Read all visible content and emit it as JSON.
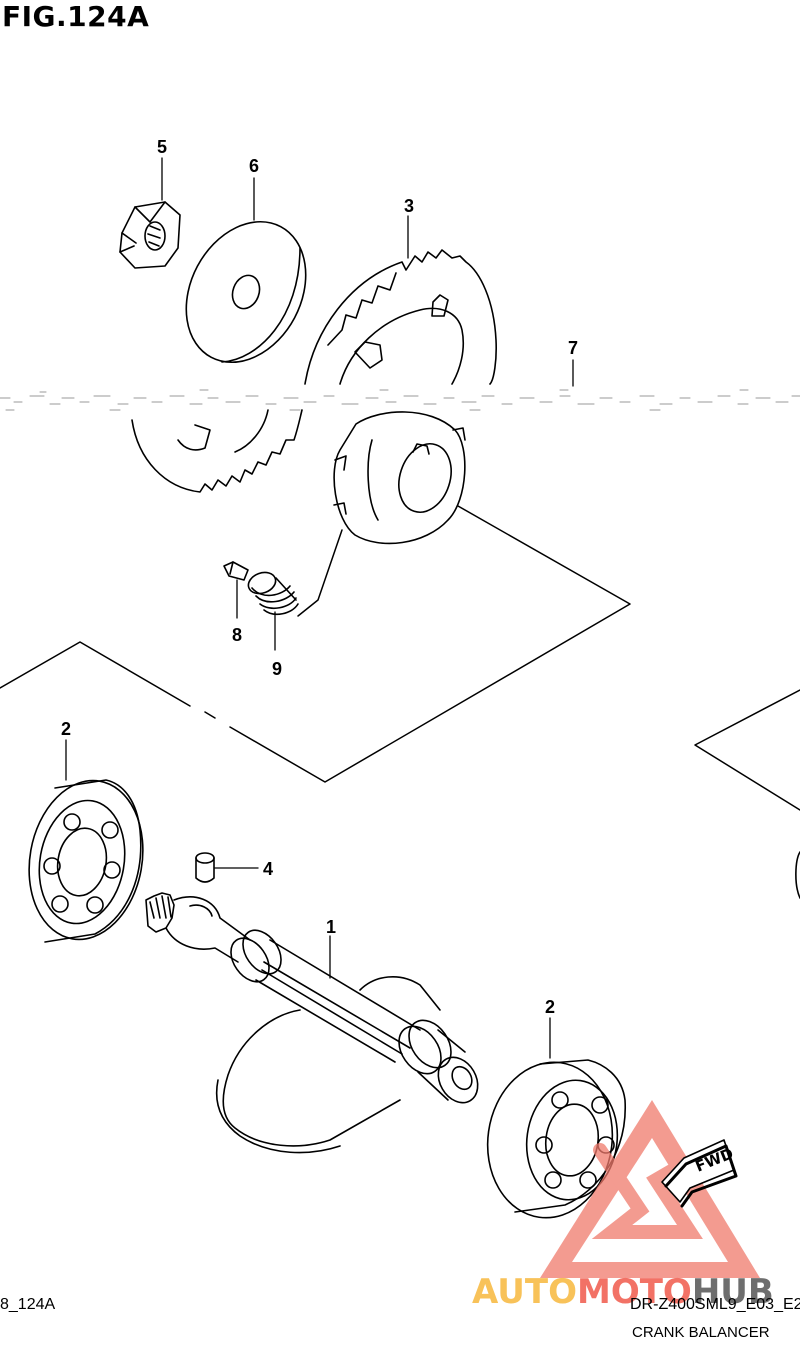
{
  "figure": {
    "title": "FIG.124A",
    "footer_code": "8_124A",
    "model_code": "DR-Z400SML9_E03_E2",
    "section_name": "CRANK BALANCER"
  },
  "parts": [
    {
      "number": "1"
    },
    {
      "number": "2"
    },
    {
      "number": "2"
    },
    {
      "number": "3"
    },
    {
      "number": "4"
    },
    {
      "number": "5"
    },
    {
      "number": "6"
    },
    {
      "number": "7"
    },
    {
      "number": "8"
    },
    {
      "number": "9"
    }
  ],
  "direction_badge": "FWD",
  "watermark": {
    "part1": "AUTO",
    "part2": "MOTO",
    "part3": "HUB"
  }
}
